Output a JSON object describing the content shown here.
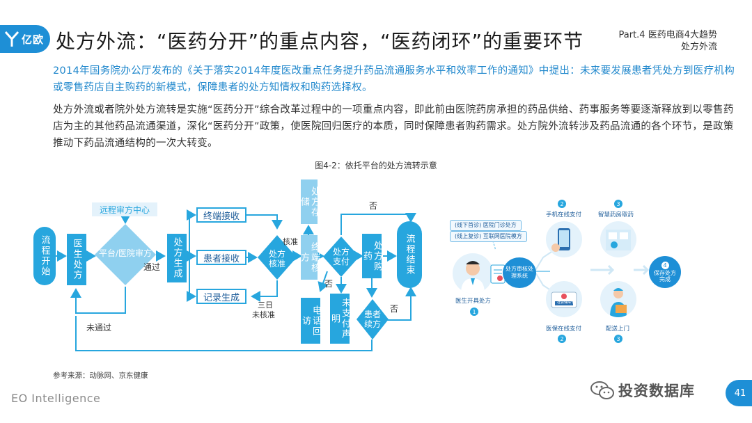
{
  "header": {
    "logo_text": "亿欧",
    "title": "处方外流：“医药分开”的重点内容，“医药闭环”的重要环节",
    "part_line1": "Part.4 医药电商4大趋势",
    "part_line2": "处方外流"
  },
  "body": {
    "para1": "2014年国务院办公厅发布的《关于落实2014年度医改重点任务提升药品流通服务水平和效率工作的通知》中提出：未来要发展患者凭处方到医疗机构或零售药店自主购药的新模式，保障患者的处方知情权和购药选择权。",
    "para2": "处方外流或者院外处方流转是实施“医药分开”综合改革过程中的一项重点内容，即此前由医院药房承担的药品供给、药事服务等要逐渐释放到以零售药店为主的其他药品流通渠道，深化“医药分开”政策，使医院回归医疗的本质，同时保障患者购药需求。处方院外流转涉及药品流通的各个环节，是政策推动下药品流通结构的一次大转变。"
  },
  "figure": {
    "title": "图4-2：依托平台的处方流转示意"
  },
  "flow": {
    "start": "流程开始",
    "doctor": "医生处方",
    "remote": "远程审方中心",
    "platform": "平台/医院审方",
    "pass": "通过",
    "fail": "未通过",
    "generate": "处方生成",
    "terminal_receive": "终端接收",
    "patient_receive": "患者接收",
    "record": "记录生成",
    "verify": "处方核准",
    "approved": "核准",
    "three_days": "三日",
    "not_approved": "未核准",
    "storage": "处方存储",
    "terminal_verify": "终端核方",
    "pay": "处方支付",
    "no": "否",
    "purchase": "处方购药",
    "phone": "电话回访",
    "unpaid": "未支付声明",
    "renew": "患者续方",
    "end": "流程结束"
  },
  "right_panel": {
    "bubble1": "(线下首诊) 医院门诊处方",
    "bubble2": "(线上复诊) 互联网医院模方",
    "doctor_label": "医生开具处方",
    "doctor_num": "1",
    "review": "处方审核处理系统",
    "mobile_pay": "手机在线支付",
    "mobile_num": "2",
    "smart_pharmacy": "智慧药房取药",
    "smart_num": "3",
    "insurance_pay": "医保在线支付",
    "insurance_num": "2",
    "delivery": "配送上门",
    "delivery_num": "3",
    "save": "保存处方完成",
    "save_num": "4",
    "card_text": "社会保障卡"
  },
  "footer": {
    "source": "参考来源：动脉网、京东健康",
    "brand": "EO Intelligence",
    "wechat": "投资数据库",
    "page": "41"
  },
  "colors": {
    "accent": "#27a6de",
    "brand": "#1e8fd6"
  }
}
